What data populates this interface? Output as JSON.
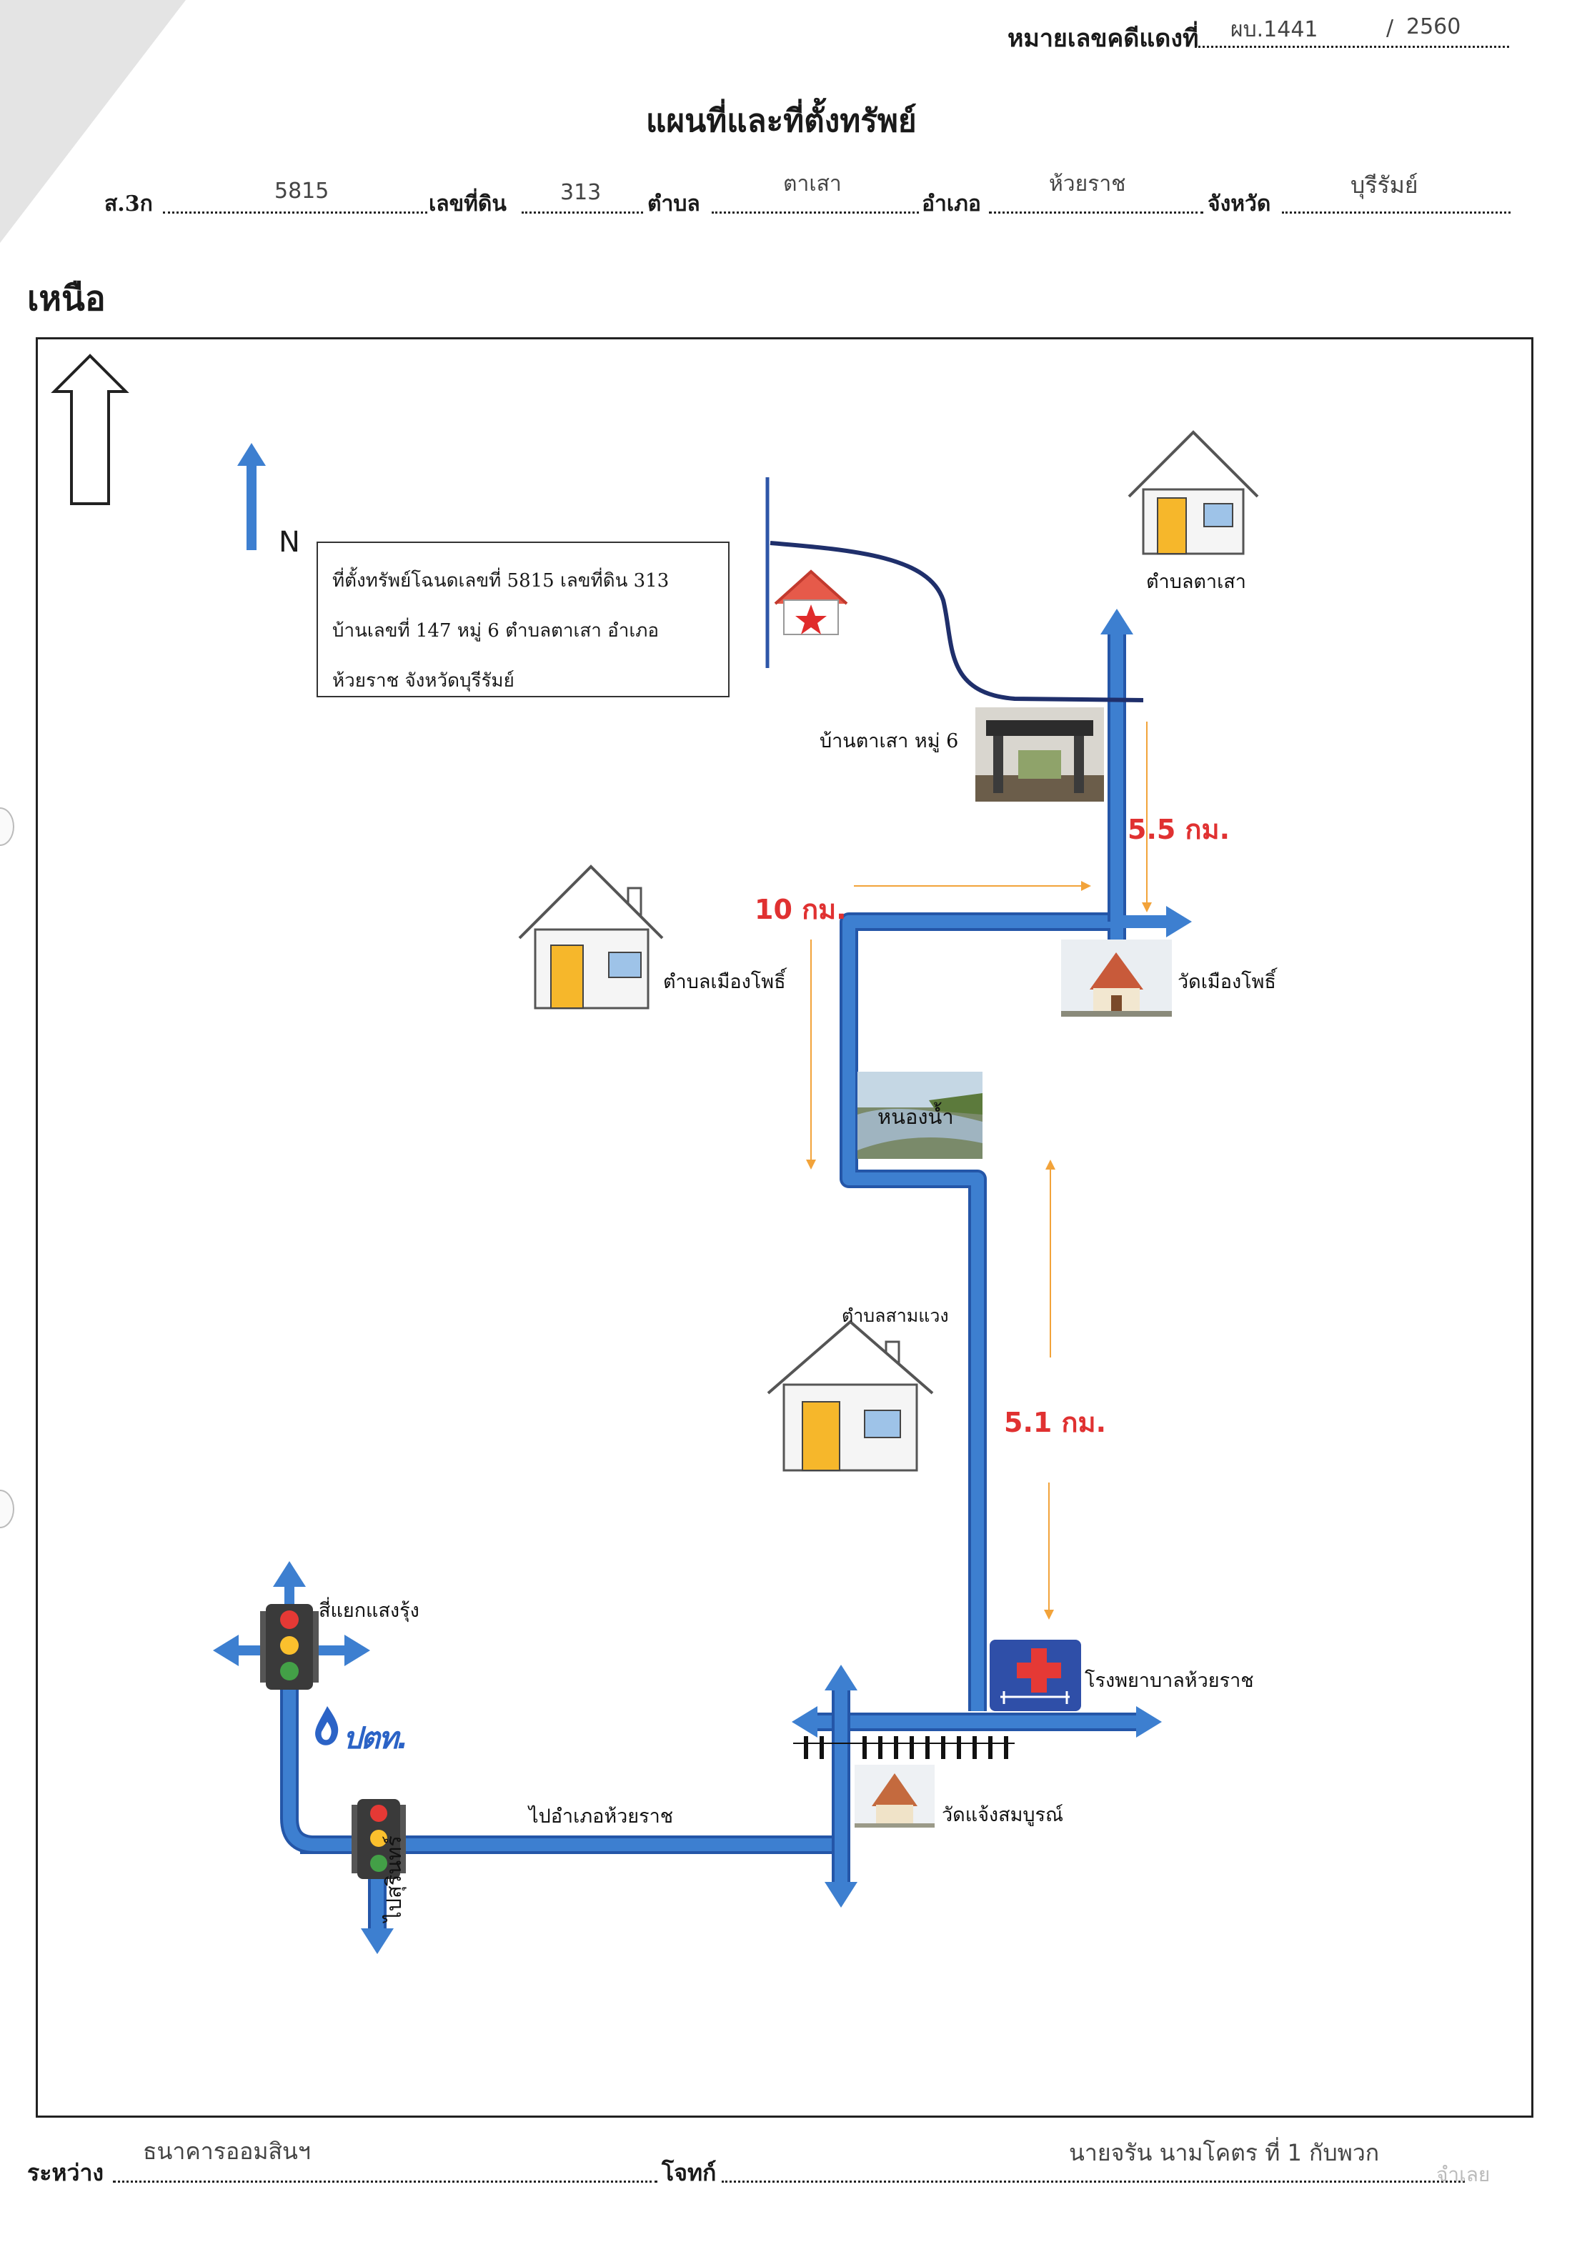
{
  "header": {
    "case_label": "หมายเลขคดีแดงที่",
    "case_number": "ผบ.1441",
    "case_year": "2560",
    "title": "แผนที่และที่ตั้งทรัพย์",
    "deed_label": "ส.3ก",
    "deed_value": "5815",
    "land_no_label": "เลขที่ดิน",
    "land_no_value": "313",
    "subdistrict_label": "ตำบล",
    "subdistrict_value": "ตาเสา",
    "district_label": "อำเภอ",
    "district_value": "ห้วยราช",
    "province_label": "จังหวัด",
    "province_value": "บุรีรัมย์"
  },
  "north_label": "เหนือ",
  "map": {
    "compass_letter": "N",
    "info_lines": [
      "ที่ตั้งทรัพย์โฉนดเลขที่ 5815 เลขที่ดิน 313",
      "บ้านเลขที่ 147 หมู่ 6 ตำบลตาเสา อำเภอ",
      "ห้วยราช จังหวัดบุรีรัมย์"
    ],
    "labels": {
      "ta_sao_subdistrict": "ตำบลตาเสา",
      "ban_ta_sao": "บ้านตาเสา หมู่ 6",
      "mueang_pho_subdistrict": "ตำบลเมืองโพธิ์",
      "wat_mueang_pho": "วัดเมืองโพธิ์",
      "nong_nam": "หนองน้ำ",
      "sam_waeng_subdistrict": "ตำบลสามแวง",
      "hospital": "โรงพยาบาลห้วยราช",
      "wat_chaeng": "วัดแจ้งสมบูรณ์",
      "intersection": "สี่แยกแสงรุ้ง",
      "to_huai_rat": "ไปอำเภอห้วยราช",
      "to_surin": "ไปสุรินทร์",
      "ptt_logo": "ปตท."
    },
    "distances": {
      "d1": "5.5 กม.",
      "d2": "10 กม.",
      "d3": "5.1 กม."
    },
    "colors": {
      "road": "#3d7fd0",
      "road_dark": "#2456a8",
      "distance_text": "#e03131",
      "guide_line": "#f2a33a",
      "house_door": "#f6b72b"
    }
  },
  "footer": {
    "between_label": "ระหว่าง",
    "plaintiff": "ธนาคารออมสินฯ",
    "defendant_label": "โจทก์",
    "defendant": "นายจรัน   นามโคตร  ที่ 1 กับพวก",
    "defendant_suffix": "จำเลย"
  }
}
